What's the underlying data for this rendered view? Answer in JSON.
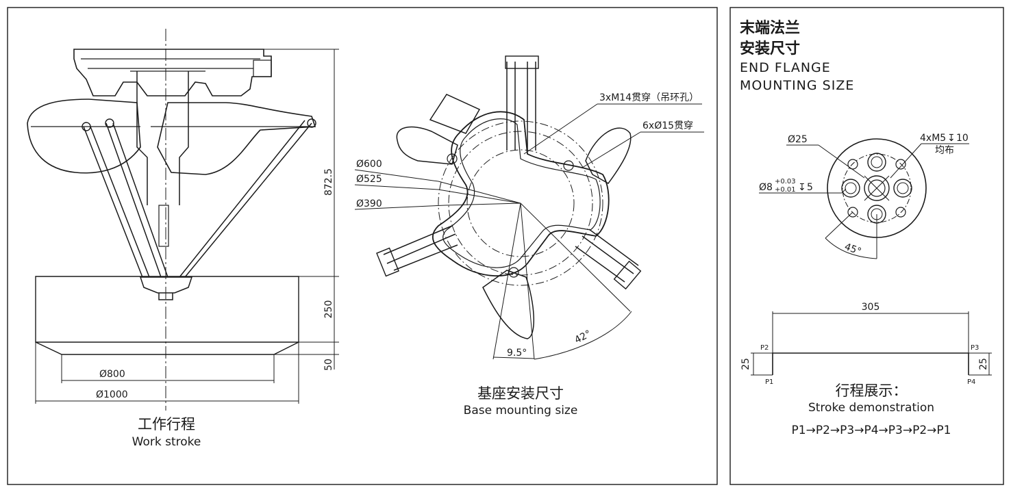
{
  "work_stroke": {
    "dim_height": "872.5",
    "dim_stroke": "250",
    "dim_bottom": "50",
    "dim_d800": "Ø800",
    "dim_d1000": "Ø1000",
    "caption_cn": "工作行程",
    "caption_en": "Work stroke"
  },
  "base_mounting": {
    "note_holes_a": "3xM14贯穿（吊环孔）",
    "note_holes_b": "6xØ15贯穿",
    "dia_600": "Ø600",
    "dia_525": "Ø525",
    "dia_390": "Ø390",
    "angle_a": "42°",
    "angle_b": "9.5°",
    "caption_cn": "基座安装尺寸",
    "caption_en": "Base mounting size"
  },
  "end_flange": {
    "title_cn_1": "末端法兰",
    "title_cn_2": "安装尺寸",
    "title_en_1": "END FLANGE",
    "title_en_2": "MOUNTING SIZE",
    "dia_25": "Ø25",
    "holes": "4xM5",
    "holes_depth": "10",
    "holes_note": "均布",
    "pin": "Ø8",
    "pin_tol_up": "+0.03",
    "pin_tol_lo": "+0.01",
    "pin_depth": "5",
    "angle": "45°"
  },
  "stroke_demo": {
    "width": "305",
    "height_left": "25",
    "height_right": "25",
    "p1": "P1",
    "p2": "P2",
    "p3": "P3",
    "p4": "P4",
    "caption_cn": "行程展示：",
    "caption_en": "Stroke demonstration",
    "sequence": "P1→P2→P3→P4→P3→P2→P1"
  },
  "colors": {
    "line": "#1a1a1a",
    "fill": "#ffffff"
  }
}
